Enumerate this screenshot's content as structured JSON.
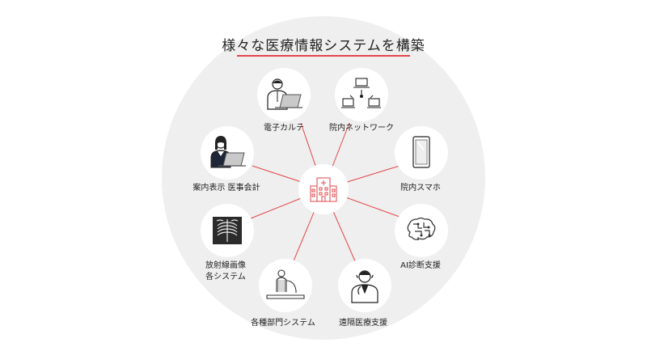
{
  "title": "様々な医療情報システムを構築",
  "center": {
    "icon": "hospital-icon"
  },
  "nodes": [
    {
      "id": "ehr",
      "label": "電子カルテ",
      "icon": "doctor-laptop-icon"
    },
    {
      "id": "network",
      "label": "院内ネットワーク",
      "icon": "network-computers-icon"
    },
    {
      "id": "smartphone",
      "label": "院内スマホ",
      "icon": "smartphone-icon"
    },
    {
      "id": "ai",
      "label": "AI診断支援",
      "icon": "brain-icon"
    },
    {
      "id": "remote",
      "label": "遠隔医療支援",
      "icon": "doctor-headset-icon"
    },
    {
      "id": "department",
      "label": "各種部門システム",
      "icon": "patient-exam-icon"
    },
    {
      "id": "radiology",
      "label_line1": "放射線画像",
      "label_line2": "各システム",
      "icon": "xray-icon"
    },
    {
      "id": "reception",
      "label": "案内表示 医事会計",
      "icon": "receptionist-laptop-icon"
    }
  ],
  "colors": {
    "accent": "#e3454a",
    "background_circle": "#f0efef",
    "icon_stroke": "#222222"
  }
}
